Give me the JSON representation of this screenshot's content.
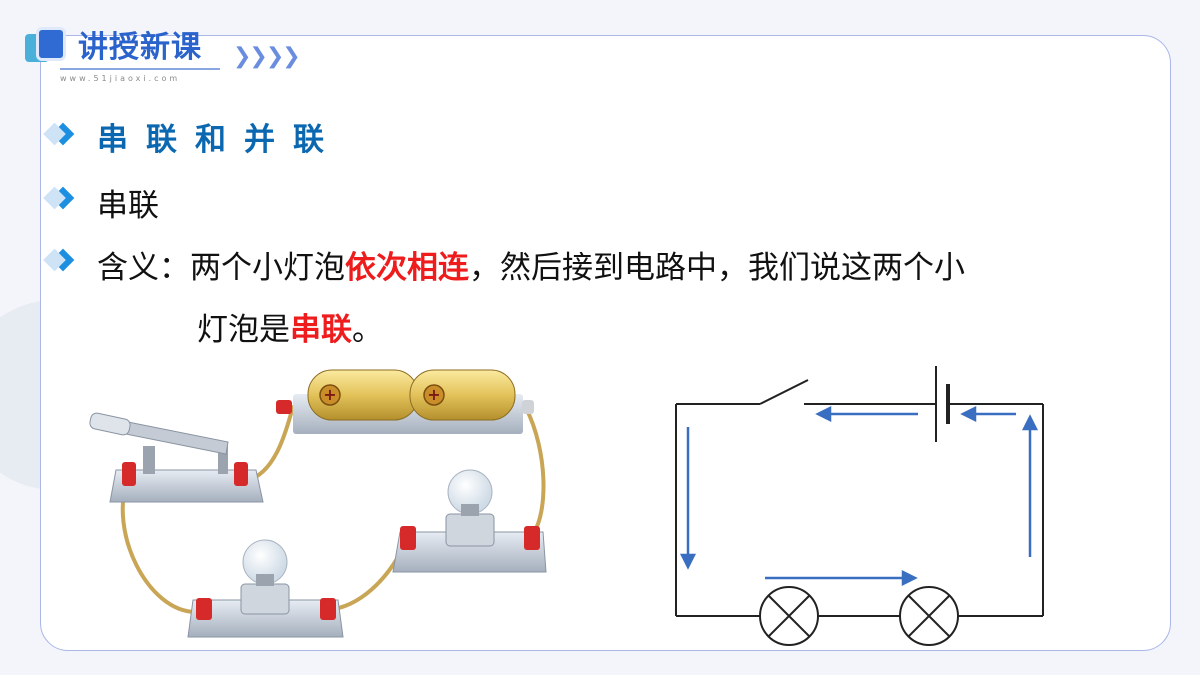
{
  "header": {
    "title": "讲授新课",
    "url": "www.51jiaoxi.com",
    "chevrons": "❯❯❯❯"
  },
  "content": {
    "heading": "串联和并联",
    "subheading": "串联",
    "definition": {
      "label": "含义：",
      "part1": "两个小灯泡",
      "highlight1": "依次相连",
      "part2": "，然后接到电路中，我们说这两个小",
      "part3": "灯泡是",
      "highlight2": "串联",
      "part4": "。"
    }
  },
  "colors": {
    "accent_blue": "#2b63cc",
    "heading_blue": "#0b68b0",
    "highlight_red": "#ee1c1c",
    "arrow_blue": "#3a6ec0"
  },
  "illustrations": {
    "battery_plus": "+"
  }
}
